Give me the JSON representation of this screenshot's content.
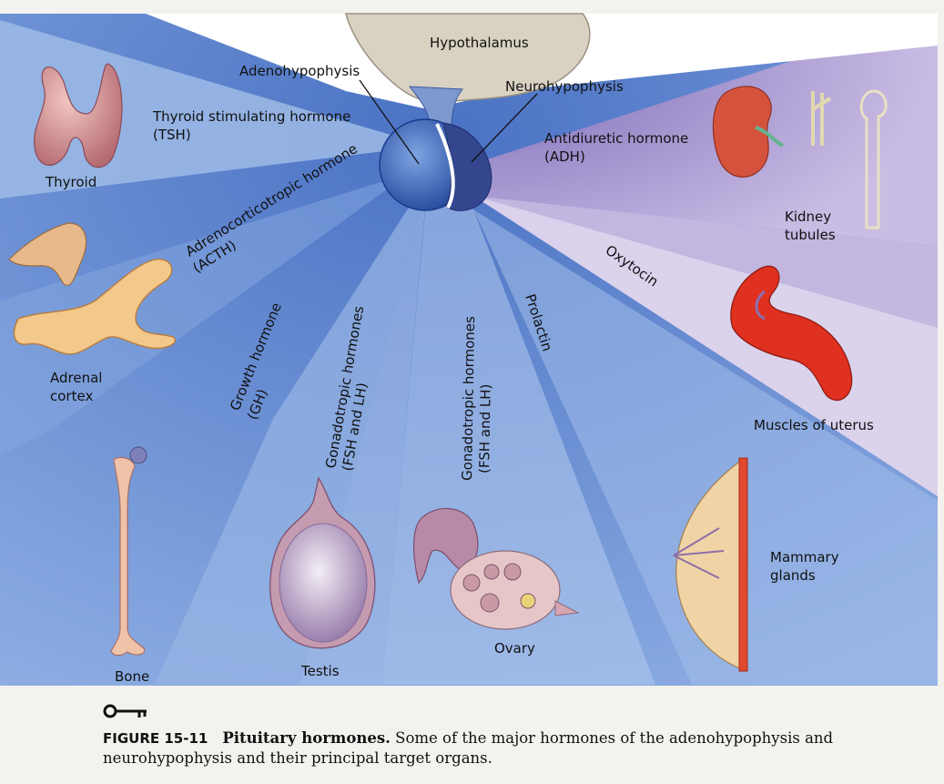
{
  "diagram": {
    "center_labels": {
      "hypothalamus": "Hypothalamus",
      "adenohypophysis": "Adenohypophysis",
      "neurohypophysis": "Neurohypophysis"
    },
    "hormones": {
      "tsh": [
        "Thyroid stimulating hormone",
        "(TSH)"
      ],
      "acth": [
        "Adrenocorticotropic hormone",
        "(ACTH)"
      ],
      "gh": [
        "Growth hormone",
        "(GH)"
      ],
      "gonado_testis": [
        "Gonadotropic hormones",
        "(FSH and LH)"
      ],
      "gonado_ovary": [
        "Gonadotropic hormones",
        "(FSH and LH)"
      ],
      "prolactin": "Prolactin",
      "adh": [
        "Antidiuretic hormone",
        "(ADH)"
      ],
      "oxytocin": "Oxytocin"
    },
    "organs": {
      "thyroid": "Thyroid",
      "adrenal": [
        "Adrenal",
        "cortex"
      ],
      "bone": "Bone",
      "testis": "Testis",
      "ovary": "Ovary",
      "mammary": [
        "Mammary",
        "glands"
      ],
      "uterus": "Muscles of uterus",
      "kidney": [
        "Kidney",
        "tubules"
      ]
    }
  },
  "caption": {
    "number": "FIGURE 15-11",
    "title": "Pituitary hormones.",
    "text": "Some of the major hormones of the adenohypophysis and neurohypophysis and their principal target organs."
  },
  "colors": {
    "blue_ray": "#8fb0e2",
    "blue_bg": "#5f88cf",
    "purple_ray": "#a892cf",
    "purple_bg": "#7d6db8"
  }
}
